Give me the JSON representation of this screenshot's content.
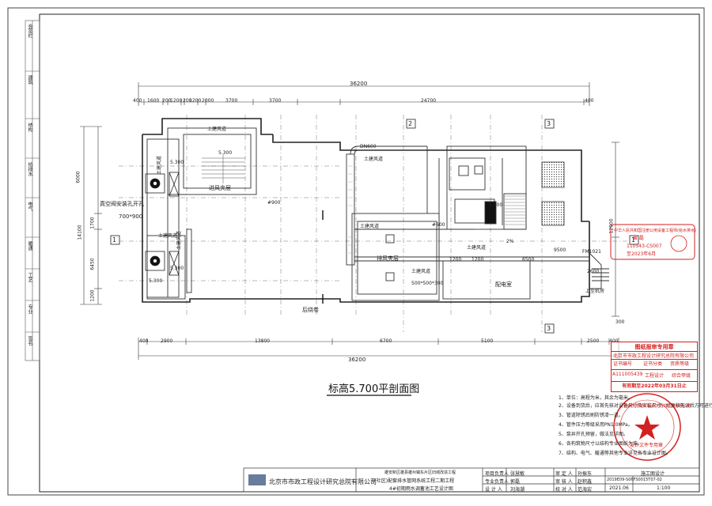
{
  "drawing": {
    "title": "标高5.700平剖面图",
    "side_label": "后绕卷"
  },
  "dimensions": {
    "top_total": "36200",
    "bottom_total": "36200",
    "top_segments": [
      "400",
      "1600",
      "200",
      "1200",
      "200",
      "1200",
      "2000",
      "3700",
      "24700",
      "400"
    ],
    "top_mid": [
      "3700",
      "3700"
    ],
    "bottom_segments": [
      "400",
      "2900",
      "13800",
      "6700",
      "5100",
      "2500",
      "400"
    ],
    "left_segments": [
      "6000",
      "14100",
      "1700",
      "6450",
      "1200"
    ],
    "right_segments": [
      "12900",
      "9500",
      "6500",
      "1200",
      "1200",
      "2600",
      "300"
    ]
  },
  "axes": {
    "col_2_top": "2",
    "col_3_top": "3",
    "col_3_bottom": "3",
    "row_1_left": "1",
    "row_1_right": "1"
  },
  "labels": {
    "supply_duct_1": "土建风道",
    "supply_duct_2": "土建风道",
    "supply_duct_3": "土建风道",
    "supply_duct_4": "土建风道",
    "supply_duct_5": "土建风道",
    "supply_duct_6": "土建风道",
    "supply_duct_7": "土建风道",
    "supply_duct_8": "土建风道",
    "inlet_shaft": "进风夹层",
    "exhaust_shaft": "排风夹层",
    "vacuum_pump": "真空阀安装孔开孔",
    "vacuum_size": "700*900",
    "valve_900": "#900",
    "ductwork_1": "DN600",
    "ductwork_2": "#600",
    "door_1": "FM1021",
    "room_1": "配电室",
    "pipe_note": "2%",
    "floor_5300_a": "5.300",
    "floor_5300_b": "5.300",
    "floor_5300_c": "5.300",
    "floor_5300_d": "5.300",
    "floor_5300_e": "5.300",
    "grille": "500*500*300",
    "stair": "上至机房"
  },
  "notes": {
    "title": "",
    "items": [
      "1、单位：高程为米，其余为毫米。",
      "2、设备到货后，应首先核对设备尺寸及安装尺寸，经复核无误后方可进行施工。",
      "3、管道除锈后刷防锈漆一道。",
      "4、管件压力等级采用PN1.0MPa。",
      "5、泵井开孔预留，做法见详图。",
      "6、各构筑物尺寸以结构专业图纸为准。",
      "7、结构、电气、暖通等其他专业详见各专业设计图。"
    ]
  },
  "stamps": {
    "qualification": {
      "line1": "中华人民共和国注册公用设备工程师(给水排水)",
      "name": "黄 磊",
      "cert": "110543-CS007",
      "valid": "至2023年6月"
    },
    "review": {
      "header": "图纸报审专用章",
      "org": "北京市市政工程设计研究总院有限公司",
      "cert_label": "证书编号",
      "class_label": "证书分类",
      "grade_label": "资质等级",
      "cert_no": "A111005439",
      "class": "工程设计",
      "grade": "综合甲级",
      "valid": "有效期至2022年03月31日止"
    },
    "seal": {
      "org": "北京市市政工程设计研究总院有限公司",
      "bottom": "设计文件专用章"
    }
  },
  "title_block": {
    "company": "北京市市政工程设计研究总院有限公司",
    "project_line1": "雄安新区雄县雄州镇东片区旧城改造工程",
    "project_line2": "(F社区)配套排水管网系统工程二期工程",
    "project_line3": "4#初期雨水调蓄池工艺设计图",
    "roles": [
      "项目负责人",
      "专业负责人",
      "设 计 人"
    ],
    "role_names": [
      "张慧敏",
      "郭磊",
      "刘海潮"
    ],
    "reviewers": [
      "审 定 人",
      "审 核 人",
      "校 对 人"
    ],
    "reviewer_names": [
      "孙振东",
      "赵积鑫",
      "范海宏"
    ],
    "stage_label": "施工图设计",
    "drawing_no": "2019E09-S06FS0015T07-02",
    "date": "2021.06",
    "scale": "1:100"
  },
  "left_strip": [
    "会签栏",
    "建筑",
    "结构",
    "给排水",
    "电气",
    "暖通",
    "工艺",
    "专业",
    "签名"
  ]
}
